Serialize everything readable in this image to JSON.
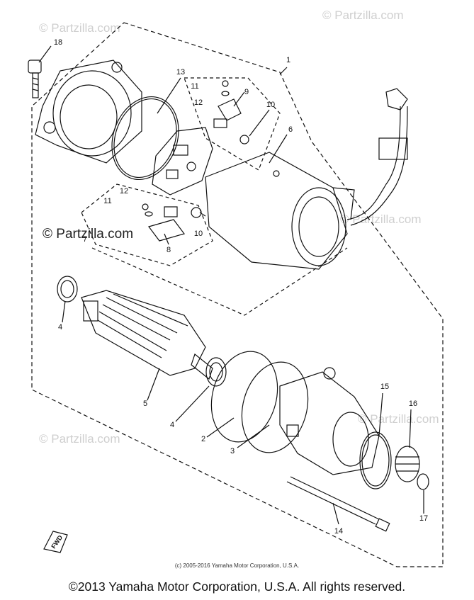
{
  "watermark": {
    "text": "© Partzilla.com",
    "inner_text": "© Partzilla.com"
  },
  "part_numbers": [
    {
      "id": "1",
      "label": "1"
    },
    {
      "id": "2",
      "label": "2"
    },
    {
      "id": "3",
      "label": "3"
    },
    {
      "id": "4a",
      "label": "4"
    },
    {
      "id": "4b",
      "label": "4"
    },
    {
      "id": "5",
      "label": "5"
    },
    {
      "id": "6",
      "label": "6"
    },
    {
      "id": "7",
      "label": "7"
    },
    {
      "id": "8",
      "label": "8"
    },
    {
      "id": "9",
      "label": "9"
    },
    {
      "id": "10a",
      "label": "10"
    },
    {
      "id": "10b",
      "label": "10"
    },
    {
      "id": "11a",
      "label": "11"
    },
    {
      "id": "11b",
      "label": "11"
    },
    {
      "id": "12a",
      "label": "12"
    },
    {
      "id": "12b",
      "label": "12"
    },
    {
      "id": "13",
      "label": "13"
    },
    {
      "id": "14",
      "label": "14"
    },
    {
      "id": "15",
      "label": "15"
    },
    {
      "id": "16",
      "label": "16"
    },
    {
      "id": "17",
      "label": "17"
    },
    {
      "id": "18",
      "label": "18"
    }
  ],
  "fwd_label": "FWD",
  "small_copyright": "(c) 2005-2016 Yamaha Motor Corporation, U.S.A.",
  "copyright": "©2013 Yamaha Motor Corporation, U.S.A. All rights reserved.",
  "colors": {
    "line": "#111111",
    "watermark": "#cfcfcf"
  }
}
